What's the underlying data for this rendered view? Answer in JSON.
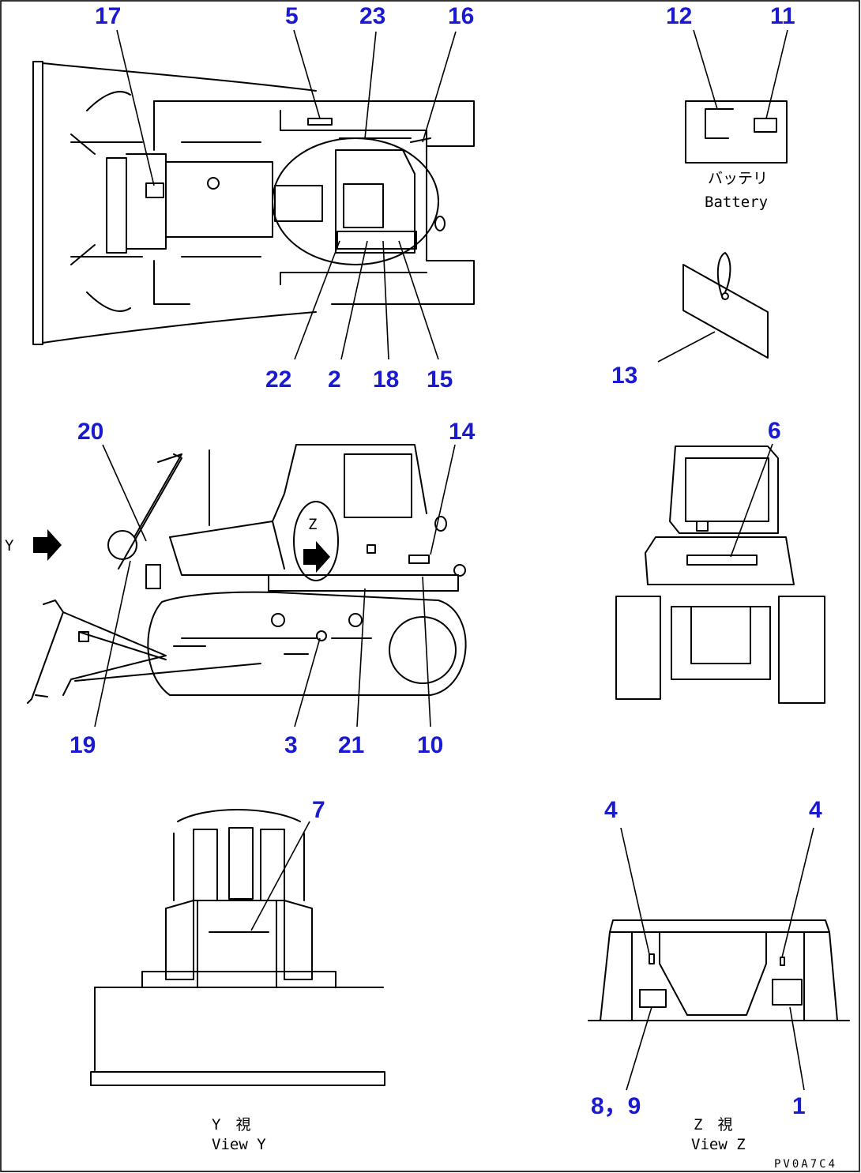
{
  "callouts": {
    "c17": "17",
    "c5": "5",
    "c23": "23",
    "c16": "16",
    "c12": "12",
    "c11": "11",
    "c22": "22",
    "c2": "2",
    "c18": "18",
    "c15": "15",
    "c13": "13",
    "c20": "20",
    "c14": "14",
    "c6": "6",
    "c19": "19",
    "c3": "3",
    "c21": "21",
    "c10": "10",
    "c7": "7",
    "c4a": "4",
    "c4b": "4",
    "c89": "8，9",
    "c1": "1"
  },
  "labels": {
    "battery_jp": "バッテリ",
    "battery_en": "Battery",
    "view_y_marker": "Y",
    "view_y_jp": "Y　視",
    "view_y_en": "View Y",
    "view_z_marker": "Z",
    "view_z_jp": "Z　視",
    "view_z_en": "View Z",
    "ref_code": "PV0A7C4"
  }
}
